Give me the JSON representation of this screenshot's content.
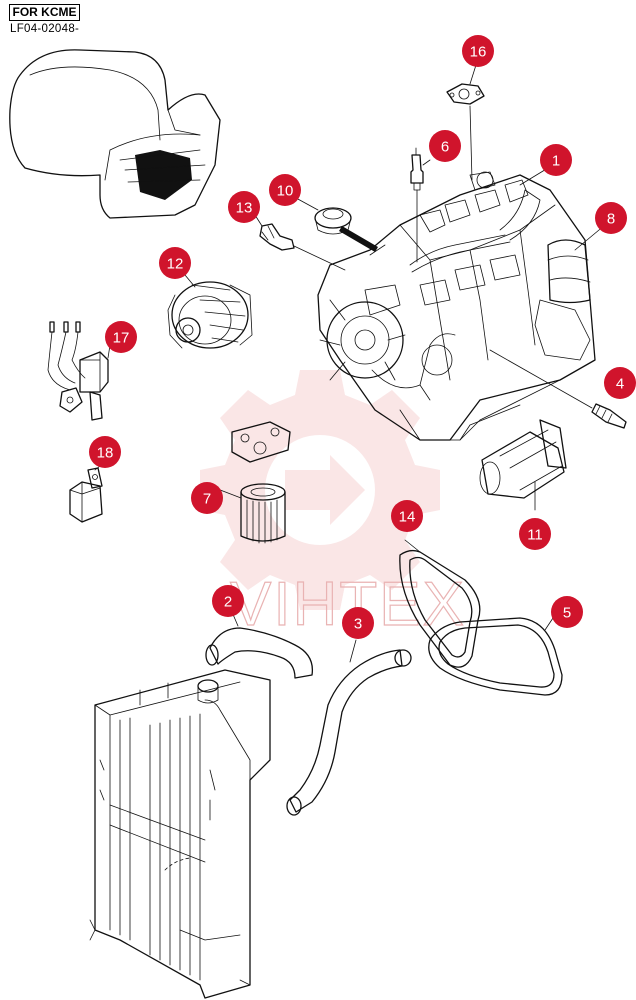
{
  "header": {
    "tag": "FOR KCME",
    "code": "LF04-02048-"
  },
  "watermark": {
    "text": "VIHTEX",
    "color": "#e9b3b3"
  },
  "colors": {
    "callout": "#d0142c",
    "line": "#111111"
  },
  "callouts": [
    {
      "id": "1",
      "label": "1"
    },
    {
      "id": "2",
      "label": "2"
    },
    {
      "id": "3",
      "label": "3"
    },
    {
      "id": "4",
      "label": "4"
    },
    {
      "id": "5",
      "label": "5"
    },
    {
      "id": "6",
      "label": "6"
    },
    {
      "id": "7",
      "label": "7"
    },
    {
      "id": "8",
      "label": "8"
    },
    {
      "id": "10",
      "label": "10"
    },
    {
      "id": "11",
      "label": "11"
    },
    {
      "id": "12",
      "label": "12"
    },
    {
      "id": "13",
      "label": "13"
    },
    {
      "id": "14",
      "label": "14"
    },
    {
      "id": "16",
      "label": "16"
    },
    {
      "id": "17",
      "label": "17"
    },
    {
      "id": "18",
      "label": "18"
    }
  ],
  "parts": [
    {
      "name": "engine-cover"
    },
    {
      "name": "engine-assembly"
    },
    {
      "name": "hose-2"
    },
    {
      "name": "hose-3"
    },
    {
      "name": "glow-plug-4"
    },
    {
      "name": "v-belt-5"
    },
    {
      "name": "sensor-6"
    },
    {
      "name": "oil-filter-7"
    },
    {
      "name": "fuel-filter-8"
    },
    {
      "name": "thermostat-10"
    },
    {
      "name": "starter-11"
    },
    {
      "name": "alternator-12"
    },
    {
      "name": "switch-13"
    },
    {
      "name": "belt-14"
    },
    {
      "name": "gasket-16"
    },
    {
      "name": "relay-harness-17"
    },
    {
      "name": "relay-18"
    },
    {
      "name": "radiator"
    }
  ]
}
